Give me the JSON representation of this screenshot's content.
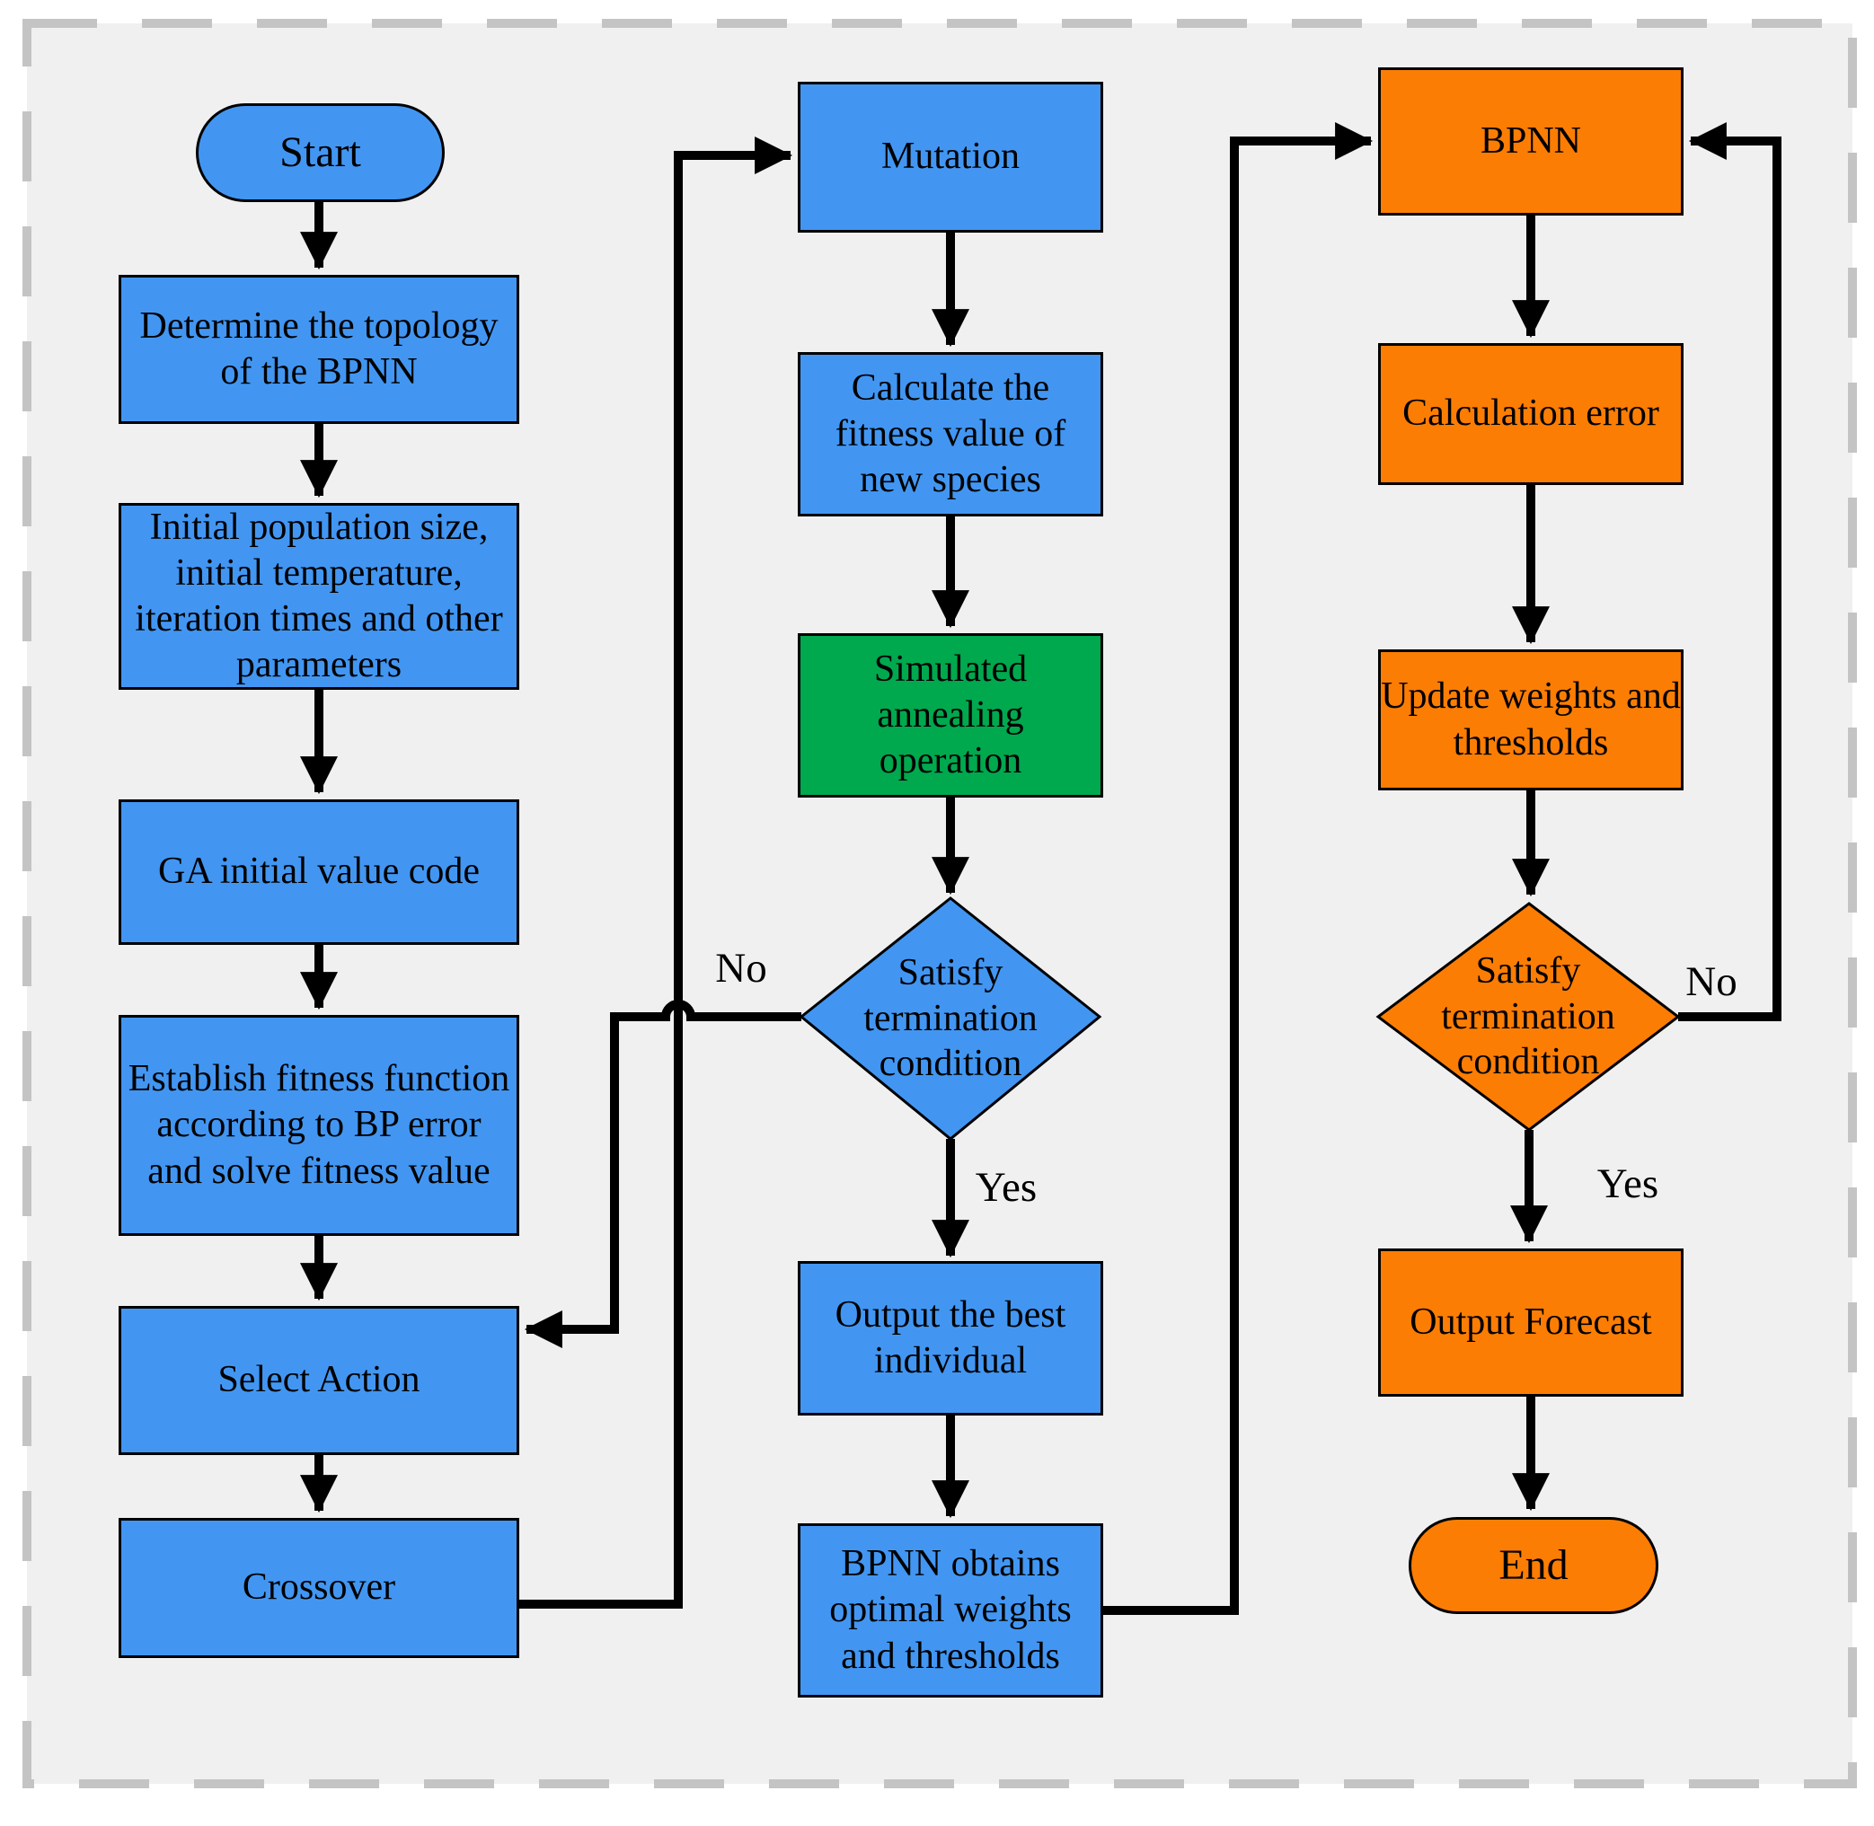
{
  "colors": {
    "process_blue": "#4296f2",
    "sa_green": "#00a84e",
    "bp_orange": "#fb7d04",
    "canvas_bg": "#f1f0f0",
    "dash_gray": "#c4c4c4",
    "line_black": "#000000"
  },
  "nodes": {
    "start": {
      "label": "Start",
      "shape": "stadium",
      "color": "blue"
    },
    "determine_topology": {
      "label": "Determine the topology of the BPNN",
      "shape": "rect",
      "color": "blue"
    },
    "init_parameters": {
      "label": "Initial population size, initial temperature, iteration times and other parameters",
      "shape": "rect",
      "color": "blue"
    },
    "ga_initial_code": {
      "label": "GA initial value code",
      "shape": "rect",
      "color": "blue"
    },
    "establish_fitness": {
      "label": "Establish fitness function according to BP error and solve fitness value",
      "shape": "rect",
      "color": "blue"
    },
    "select_action": {
      "label": "Select Action",
      "shape": "rect",
      "color": "blue"
    },
    "crossover": {
      "label": "Crossover",
      "shape": "rect",
      "color": "blue"
    },
    "mutation": {
      "label": "Mutation",
      "shape": "rect",
      "color": "blue"
    },
    "calc_fitness_new": {
      "label": "Calculate the fitness value of new species",
      "shape": "rect",
      "color": "blue"
    },
    "simulated_annealing": {
      "label": "Simulated annealing operation",
      "shape": "rect",
      "color": "green"
    },
    "ga_termination": {
      "label": "Satisfy termination condition",
      "shape": "diamond",
      "color": "blue"
    },
    "output_best": {
      "label": "Output the best individual",
      "shape": "rect",
      "color": "blue"
    },
    "bpnn_obtains": {
      "label": "BPNN obtains optimal weights and thresholds",
      "shape": "rect",
      "color": "blue"
    },
    "bpnn": {
      "label": "BPNN",
      "shape": "rect",
      "color": "orange"
    },
    "calculation_error": {
      "label": "Calculation error",
      "shape": "rect",
      "color": "orange"
    },
    "update_weights": {
      "label": "Update weights and thresholds",
      "shape": "rect",
      "color": "orange"
    },
    "bp_termination": {
      "label": "Satisfy termination condition",
      "shape": "diamond",
      "color": "orange"
    },
    "output_forecast": {
      "label": "Output Forecast",
      "shape": "rect",
      "color": "orange"
    },
    "end": {
      "label": "End",
      "shape": "stadium",
      "color": "orange"
    }
  },
  "edge_labels": {
    "ga_no": "No",
    "ga_yes": "Yes",
    "bp_no": "No",
    "bp_yes": "Yes"
  }
}
